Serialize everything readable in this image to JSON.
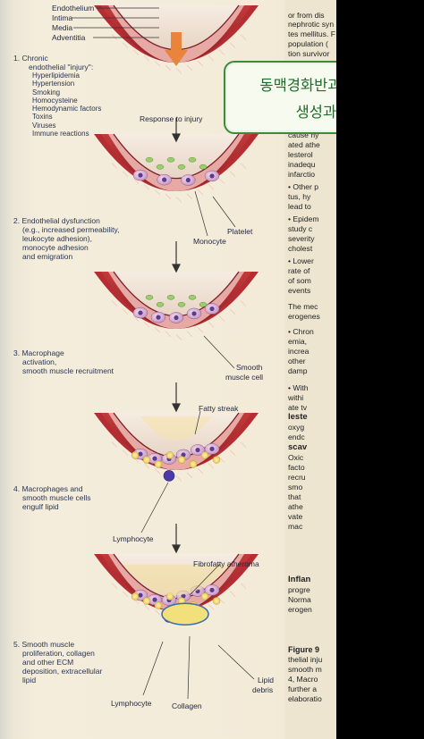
{
  "layer_labels": [
    "Endothelium",
    "Intima",
    "Media",
    "Adventitia"
  ],
  "stages": [
    {
      "number": "1.",
      "lines": [
        "Chronic",
        "endothelial \"injury\":"
      ],
      "bullets": [
        "Hyperlipidemia",
        "Hypertension",
        "Smoking",
        "Homocysteine",
        "Hemodynamic factors",
        "Toxins",
        "Viruses",
        "Immune reactions"
      ]
    },
    {
      "number": "2.",
      "lines": [
        "Endothelial dysfunction",
        "(e.g., increased permeability,",
        "leukocyte adhesion),",
        "monocyte adhesion",
        "and emigration"
      ]
    },
    {
      "number": "3.",
      "lines": [
        "Macrophage",
        "activation,",
        "smooth muscle recruitment"
      ]
    },
    {
      "number": "4.",
      "lines": [
        "Macrophages and",
        "smooth muscle cells",
        "engulf lipid"
      ]
    },
    {
      "number": "5.",
      "lines": [
        "Smooth muscle",
        "proliferation, collagen",
        "and other ECM",
        "deposition, extracellular",
        "lipid"
      ]
    }
  ],
  "annotations": {
    "response": "Response to injury",
    "platelet": "Platelet",
    "monocyte": "Monocyte",
    "smooth_muscle_1": "Smooth",
    "smooth_muscle_2": "muscle cell",
    "fatty_streak": "Fatty streak",
    "lymphocyte_4": "Lymphocyte",
    "fibrofatty": "Fibrofatty atheroma",
    "lymphocyte_5": "Lymphocyte",
    "collagen": "Collagen",
    "lipid_1": "Lipid",
    "lipid_2": "debris"
  },
  "note": {
    "line1": "동맥경화반과 혈전의",
    "line2": "생성과정",
    "border_color": "#3c8a3c",
    "text_color": "#1f6b2b"
  },
  "right_column": [
    {
      "t": "or from dis",
      "s": "n"
    },
    {
      "t": "nephrotic syn",
      "s": "n"
    },
    {
      "t": "tes mellitus. F",
      "s": "n"
    },
    {
      "t": "population (",
      "s": "n"
    },
    {
      "t": "tion survivor",
      "s": "n"
    },
    {
      "t": "cause hy",
      "s": "n"
    },
    {
      "t": "ated athe",
      "s": "n"
    },
    {
      "t": "lesterol",
      "s": "n"
    },
    {
      "t": "inadequ",
      "s": "n"
    },
    {
      "t": "infarctio",
      "s": "n"
    },
    {
      "t": "• Other p",
      "s": "n"
    },
    {
      "t": "tus, hy",
      "s": "n"
    },
    {
      "t": "lead to",
      "s": "n"
    },
    {
      "t": "• Epidem",
      "s": "n"
    },
    {
      "t": "study c",
      "s": "n"
    },
    {
      "t": "severity",
      "s": "n"
    },
    {
      "t": "cholest",
      "s": "n"
    },
    {
      "t": "• Lower",
      "s": "n"
    },
    {
      "t": "rate of",
      "s": "n"
    },
    {
      "t": "of som",
      "s": "n"
    },
    {
      "t": "events",
      "s": "n"
    },
    {
      "t": "The mec",
      "s": "n"
    },
    {
      "t": "erogenes",
      "s": "n"
    },
    {
      "t": "• Chron",
      "s": "n"
    },
    {
      "t": "emia,",
      "s": "n"
    },
    {
      "t": "increa",
      "s": "n"
    },
    {
      "t": "other",
      "s": "n"
    },
    {
      "t": "damp",
      "s": "n"
    },
    {
      "t": "• With",
      "s": "n"
    },
    {
      "t": "withi",
      "s": "n"
    },
    {
      "t": "ate tv",
      "s": "n"
    },
    {
      "t": "leste",
      "s": "b"
    },
    {
      "t": "oxyg",
      "s": "n"
    },
    {
      "t": "endc",
      "s": "n"
    },
    {
      "t": "scav",
      "s": "b"
    },
    {
      "t": "Oxic",
      "s": "n"
    },
    {
      "t": "facto",
      "s": "n"
    },
    {
      "t": "recru",
      "s": "n"
    },
    {
      "t": "smo",
      "s": "n"
    },
    {
      "t": "that",
      "s": "n"
    },
    {
      "t": "athe",
      "s": "n"
    },
    {
      "t": "vate",
      "s": "n"
    },
    {
      "t": "mac",
      "s": "n"
    },
    {
      "t": "Inflan",
      "s": "b"
    },
    {
      "t": "progre",
      "s": "n"
    },
    {
      "t": "Norma",
      "s": "n"
    },
    {
      "t": "erogen",
      "s": "n"
    },
    {
      "t": "Figure 9",
      "s": "h"
    },
    {
      "t": "thelial inju",
      "s": "n"
    },
    {
      "t": "smooth m",
      "s": "n"
    },
    {
      "t": "4, Macro",
      "s": "n"
    },
    {
      "t": "further a",
      "s": "n"
    },
    {
      "t": "elaboratio",
      "s": "n"
    }
  ]
}
